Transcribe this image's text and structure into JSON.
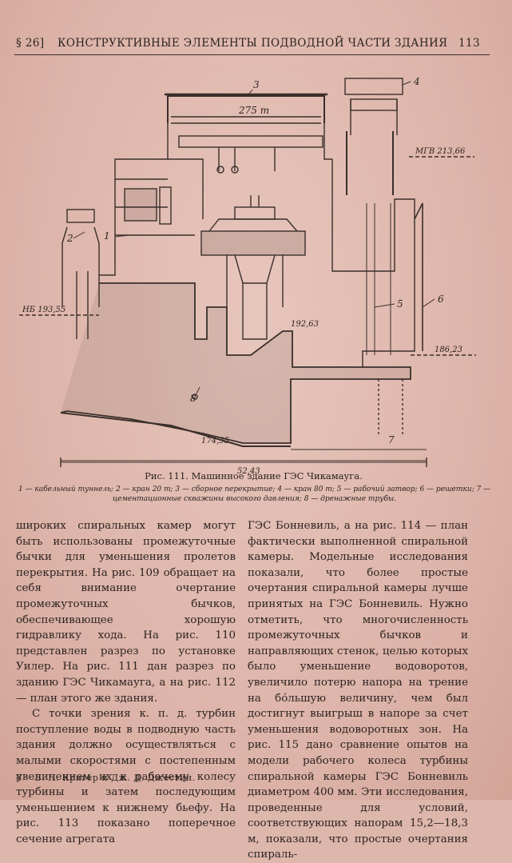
{
  "header": {
    "section": "§ 26]",
    "title": "КОНСТРУКТИВНЫЕ ЭЛЕМЕНТЫ ПОДВОДНОЙ ЧАСТИ ЗДАНИЯ",
    "page_number": "113"
  },
  "figure": {
    "caption": "Рис. 111. Машинное здание ГЭС Чикамауга.",
    "legend": "1 — кабельный туннель; 2 — кран 20 т; 3 — сборное перекрытие; 4 — кран 80 т; 5 — рабочий затвор; 6 — решетки; 7 — цементационные скважины высокого давления; 8 — дренажные трубы.",
    "labels": {
      "l1": "1",
      "l2": "2",
      "l3": "3",
      "l4": "4",
      "l5": "5",
      "l6": "6",
      "l7": "7",
      "l8": "8",
      "crane_load": "275 т",
      "upstream_level": "МГВ 213,66",
      "downstream_level": "НБ 193,55",
      "elev_192": "192,63",
      "elev_186": "186,23",
      "elev_174": "174,35",
      "width": "52,43"
    }
  },
  "text": {
    "left_p1": "широких спиральных камер могут быть использованы промежуточные бычки для уменьшения пролетов перекрытия. На рис. 109 обращает на себя внимание очертание промежуточных бычков, обеспечивающее хорошую гидравлику хода. На рис. 110 представлен разрез по установке Уилер. На рис. 111 дан разрез по зданию ГЭС Чикамауга, а на рис. 112— план этого же здания.",
    "left_p2": "С точки зрения к. п. д. турбин поступление воды в подводную часть здания должно осуществляться с малыми скоростями с постепенным увеличением их к рабочему колесу турбины и затем последующим уменьшением к нижнему бьефу. На рис. 113 показано поперечное сечение агрегата",
    "right_p1": "ГЭС Бонневиль, а на рис. 114 — план фактически выполненной спиральной камеры. Модельные исследования показали, что более простые очертания спиральной камеры лучше принятых на ГЭС Бонневиль. Нужно отметить, что многочисленность промежуточных бычков и направляющих стенок, целью которых было уменьшение водоворотов, увеличило потерю напора на трение на бо́льшую величину, чем был достигнут выигрыш в напоре за счет уменьшения водоворотных зон. На рис. 115 дано сравнение опытов на модели рабочего колеса турбины спиральной камеры ГЭС Бонневиль диаметром 400 мм. Эти исследования, проведенные для условий, соответствующих напорам 15,2—18,3 м, показали, что простые очертания спираль-"
  },
  "footer": {
    "signature": "8",
    "authors": "В. П. Кригер и Дж. Д. Джестин."
  }
}
